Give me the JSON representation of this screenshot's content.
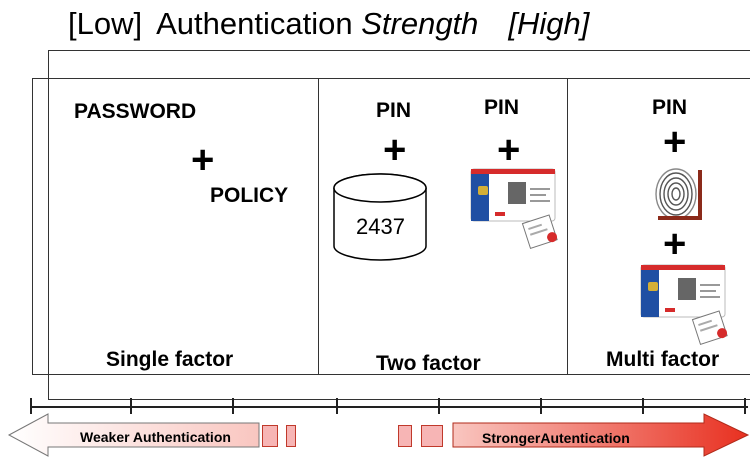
{
  "title": {
    "low": "[Low]",
    "word1": "Authentication",
    "word2": "Strength",
    "high": "[High]"
  },
  "single": {
    "password": "PASSWORD",
    "plus": "+",
    "policy": "POLICY",
    "footer": "Single factor"
  },
  "two": {
    "pin1": "PIN",
    "plus1": "+",
    "pin2": "PIN",
    "plus2": "+",
    "database_value": "2437",
    "footer": "Two factor"
  },
  "multi": {
    "pin": "PIN",
    "plus1": "+",
    "plus2": "+",
    "footer": "Multi factor"
  },
  "scale": {
    "weaker": "Weaker Authentication",
    "stronger": "StrongerAutentication"
  },
  "colors": {
    "arrow_red": "#e83020",
    "block_fill": "#f7b5b5",
    "block_border": "#c0392b",
    "frame": "#333333"
  },
  "icons": [
    "database-icon",
    "smart-card-icon",
    "fingerprint-icon"
  ]
}
